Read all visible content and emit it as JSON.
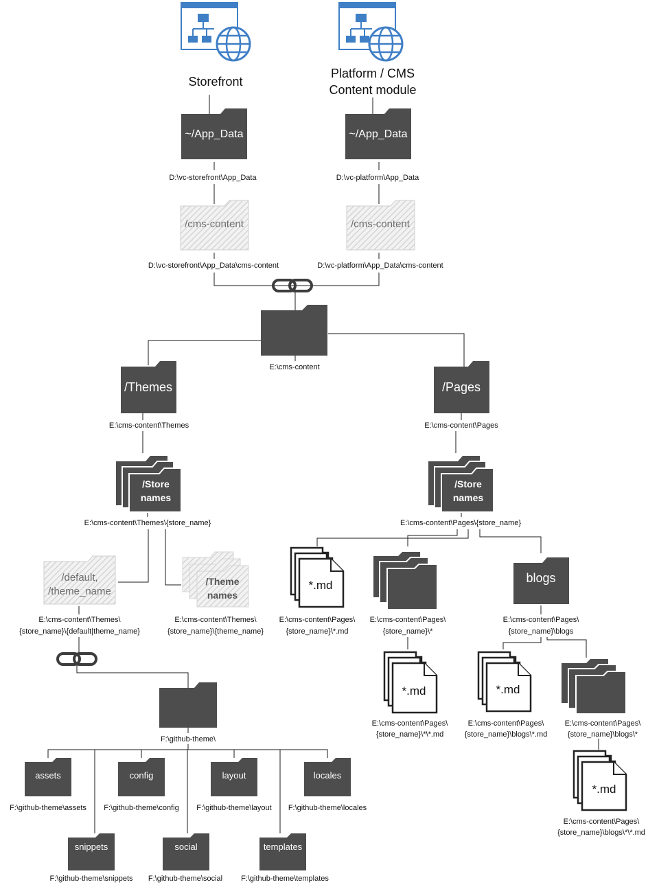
{
  "apps": {
    "storefront": {
      "label": "Storefront"
    },
    "platform": {
      "label_line1": "Platform / CMS",
      "label_line2": "Content module"
    }
  },
  "app_data": {
    "storefront": {
      "folder": "~/App_Data",
      "path": "D:\\vc-storefront\\App_Data"
    },
    "platform": {
      "folder": "~/App_Data",
      "path": "D:\\vc-platform\\App_Data"
    }
  },
  "cms_link": {
    "storefront": {
      "folder": "/cms-content",
      "path": "D:\\vc-storefront\\App_Data\\cms-content"
    },
    "platform": {
      "folder": "/cms-content",
      "path": "D:\\vc-platform\\App_Data\\cms-content"
    }
  },
  "root": {
    "path": "E:\\cms-content"
  },
  "themes": {
    "folder": "/Themes",
    "path": "E:\\cms-content\\Themes",
    "stores": {
      "line1": "/Store",
      "line2": "names",
      "path": "E:\\cms-content\\Themes\\{store_name}"
    },
    "default": {
      "line1": "/default,",
      "line2": "/theme_name",
      "path1": "E:\\cms-content\\Themes\\",
      "path2": "{store_name}\\{default|theme_name}"
    },
    "theme_names": {
      "line1": "/Theme",
      "line2": "names",
      "path1": "E:\\cms-content\\Themes\\",
      "path2": "{store_name}\\{theme_name}"
    }
  },
  "github": {
    "path": "F:\\github-theme\\",
    "subfolders": [
      {
        "name": "assets",
        "path": "F:\\github-theme\\assets"
      },
      {
        "name": "config",
        "path": "F:\\github-theme\\config"
      },
      {
        "name": "layout",
        "path": "F:\\github-theme\\layout"
      },
      {
        "name": "locales",
        "path": "F:\\github-theme\\locales"
      },
      {
        "name": "snippets",
        "path": "F:\\github-theme\\snippets"
      },
      {
        "name": "social",
        "path": "F:\\github-theme\\social"
      },
      {
        "name": "templates",
        "path": "F:\\github-theme\\templates"
      }
    ]
  },
  "pages": {
    "folder": "/Pages",
    "path": "E:\\cms-content\\Pages",
    "stores": {
      "line1": "/Store",
      "line2": "names",
      "path": "E:\\cms-content\\Pages\\{store_name}"
    },
    "md_files": {
      "label": "*.md",
      "path1": "E:\\cms-content\\Pages\\",
      "path2": "{store_name}\\*.md"
    },
    "subfolders": {
      "path1": "E:\\cms-content\\Pages\\",
      "path2": "{store_name}\\*"
    },
    "sub_md": {
      "label": "*.md",
      "path1": "E:\\cms-content\\Pages\\",
      "path2": "{store_name}\\*\\*.md"
    },
    "blogs": {
      "folder": "blogs",
      "path1": "E:\\cms-content\\Pages\\",
      "path2": "{store_name}\\blogs"
    },
    "blogs_md": {
      "label": "*.md",
      "path1": "E:\\cms-content\\Pages\\",
      "path2": "{store_name}\\blogs\\*.md"
    },
    "blogs_sub": {
      "path1": "E:\\cms-content\\Pages\\",
      "path2": "{store_name}\\blogs\\*"
    },
    "blogs_sub_md": {
      "label": "*.md",
      "path1": "E:\\cms-content\\Pages\\",
      "path2": "{store_name}\\blogs\\*\\*.md"
    }
  },
  "colors": {
    "folder": "#4d4d4d",
    "link_folder": "#d9d9d9",
    "app_icon": "#3f7fc6"
  }
}
